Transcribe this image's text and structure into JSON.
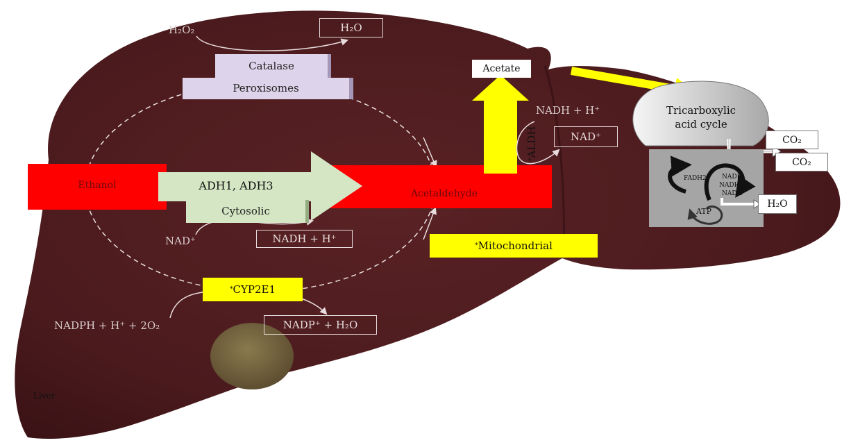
{
  "organ_label": "Liver",
  "peroxisome": {
    "substrate": "H₂O₂",
    "product": "H₂O",
    "enzyme": "Catalase",
    "compartment": "Peroxisomes"
  },
  "cytosol": {
    "substrate": "Ethanol",
    "enzyme": "ADH1, ADH3",
    "compartment": "Cytosolic",
    "cofactor_in": "NAD⁺",
    "cofactor_out": "NADH + H⁺",
    "product": "Acetaldehyde"
  },
  "microsomal": {
    "enzyme_marker": "*",
    "enzyme": "CYP2E1",
    "cofactor_in": "NADPH + H⁺ + 2O₂",
    "cofactor_out": "NADP⁺ + H₂O"
  },
  "mitochondria": {
    "enzyme_marker": "*",
    "enzyme": "ALDH",
    "compartment": "Mitochondrial",
    "cofactor_in": "NADH + H⁺",
    "cofactor_out": "NAD⁺",
    "product": "Acetate"
  },
  "tca": {
    "title_line1": "Tricarboxylic",
    "title_line2": "acid cycle",
    "co2_a": "CO₂",
    "co2_b": "CO₂",
    "fadh2": "FADH2",
    "nadh_1": "NADH",
    "nadh_2": "NADH",
    "nadh_3": "NADH",
    "atp": "ATP",
    "water": "H₂O"
  },
  "colors": {
    "liver": "#4a1a1d",
    "ethanol_red": "#ff0000",
    "highlight_yellow": "#ffff00",
    "enzyme_green": "#d4e6c4",
    "peroxisome_lilac": "#ddd3ea"
  }
}
